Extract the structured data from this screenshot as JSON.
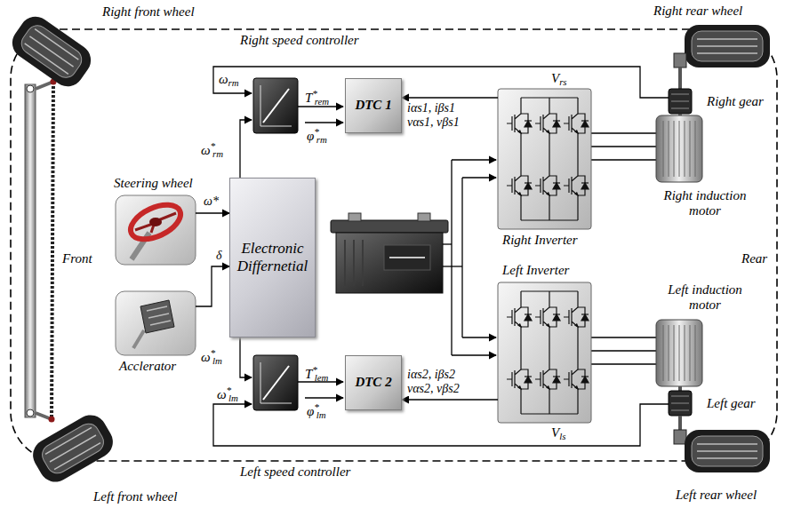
{
  "diagram": {
    "nodes": [
      {
        "text": [
          "Steering wheel"
        ]
      },
      {
        "text": [
          "Acclerator"
        ]
      },
      {
        "text": [
          "Electronic Differnetial"
        ]
      },
      {
        "text": [
          "DTC 1"
        ]
      },
      {
        "text": [
          "DTC 2"
        ]
      },
      {
        "text": [
          "Right Inverter"
        ]
      },
      {
        "text": [
          "Left Inverter"
        ]
      }
    ],
    "edges": [
      {
        "from": 0,
        "to": 2,
        "label": "ω*",
        "arrow": "to"
      },
      {
        "from": 1,
        "to": 2,
        "label": "δ",
        "arrow": "to"
      },
      {
        "from": 5,
        "to": 3,
        "label": "iαs1, iβs1 vαs1, vβs1",
        "arrow": "to"
      },
      {
        "from": 6,
        "to": 4,
        "label": "iαs2, iβs2 vαs2, vβs2",
        "arrow": "to"
      }
    ],
    "labels": [
      "Right front wheel",
      "Right speed controller",
      "Right rear wheel",
      "ωrm",
      "ω*rm",
      "T*rem",
      "φ*rm",
      "Vrs",
      "Right gear",
      "Front",
      "Rear",
      "Right induction motor",
      "Left induction motor",
      "ω*lm",
      "T*lem",
      "φ*lm",
      "Vls",
      "ω*lm",
      "Left gear",
      "Left speed controller",
      "Left front wheel",
      "Left rear wheel"
    ]
  }
}
